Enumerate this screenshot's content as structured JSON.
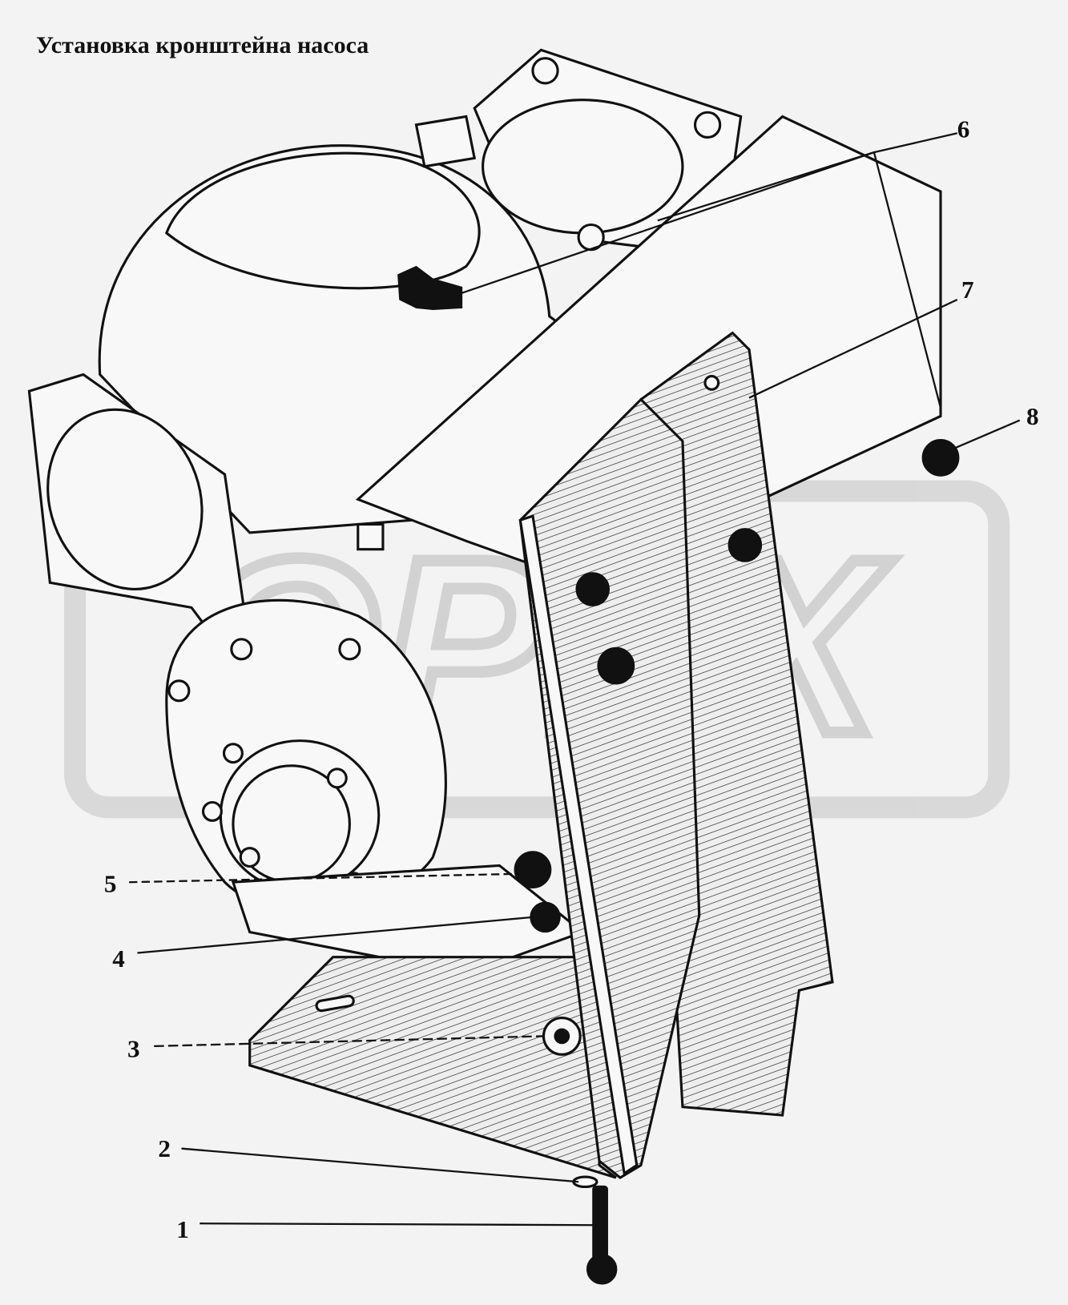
{
  "title": "Установка кронштейна насоса",
  "watermark": "ОРЕХ",
  "callouts": [
    "1",
    "2",
    "3",
    "4",
    "5",
    "6",
    "7",
    "8"
  ],
  "colors": {
    "background": "#f3f3f3",
    "ink": "#111111",
    "watermark": "#d8d8d8"
  }
}
